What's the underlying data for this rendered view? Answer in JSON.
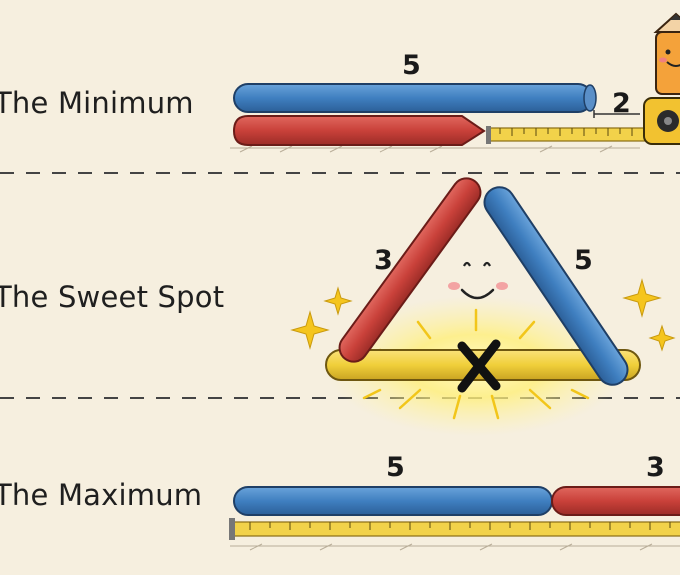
{
  "rows": [
    {
      "label": "The Minimum",
      "long_side": "5",
      "short_side": "2"
    },
    {
      "label": "The Sweet Spot",
      "left_side": "3",
      "right_side": "5"
    },
    {
      "label": "The Maximum",
      "long_side": "5",
      "short_side": "3"
    }
  ],
  "colors": {
    "background": "#f6efdf",
    "blue_stick": "#3f7fc0",
    "red_stick": "#c9413a",
    "yellow_stick": "#f0cf3a",
    "tape": "#f2d24a",
    "glow": "#fff3a0"
  },
  "icons": [
    "measuring-tape-icon",
    "pencil-mascot-icon",
    "smiley-face-icon",
    "x-mark-icon",
    "sparkle-icon"
  ]
}
